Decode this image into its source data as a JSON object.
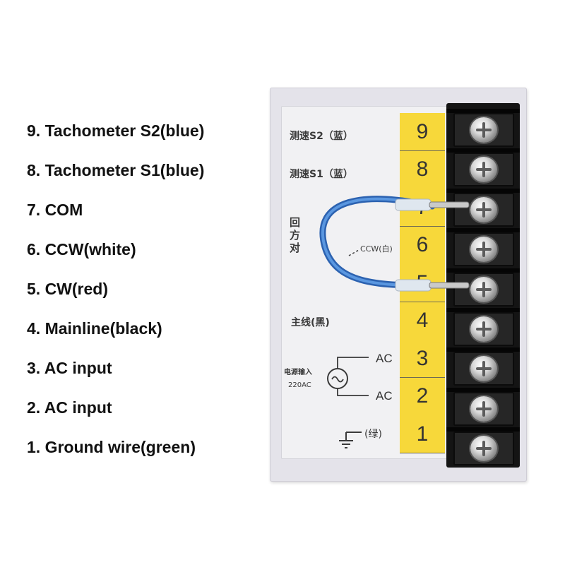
{
  "legend": [
    {
      "text": "9. Tachometer S2(blue)"
    },
    {
      "text": "8. Tachometer S1(blue)"
    },
    {
      "text": "7. COM"
    },
    {
      "text": "6. CCW(white)"
    },
    {
      "text": "5. CW(red)"
    },
    {
      "text": "4. Mainline(black)"
    },
    {
      "text": "3. AC input"
    },
    {
      "text": "2. AC input"
    },
    {
      "text": "1. Ground wire(green)"
    }
  ],
  "panel_labels": {
    "s2": "测速S2（蓝）",
    "s1": "测速S1（蓝）",
    "dir_1": "回",
    "dir_2": "方",
    "dir_3": "对",
    "ccw": "CCW(白)",
    "mainline": "主线(黑)",
    "ac_top": "AC",
    "ac_bottom": "AC",
    "power_in": "电源输入",
    "voltage": "220AC",
    "ground": "(绿)"
  },
  "terminal_numbers": [
    "9",
    "8",
    "7",
    "6",
    "5",
    "4",
    "3",
    "2",
    "1"
  ],
  "colors": {
    "yellow": "#f7d83a",
    "wire_blue": "#3a78c8",
    "terminal_black": "#141414"
  }
}
